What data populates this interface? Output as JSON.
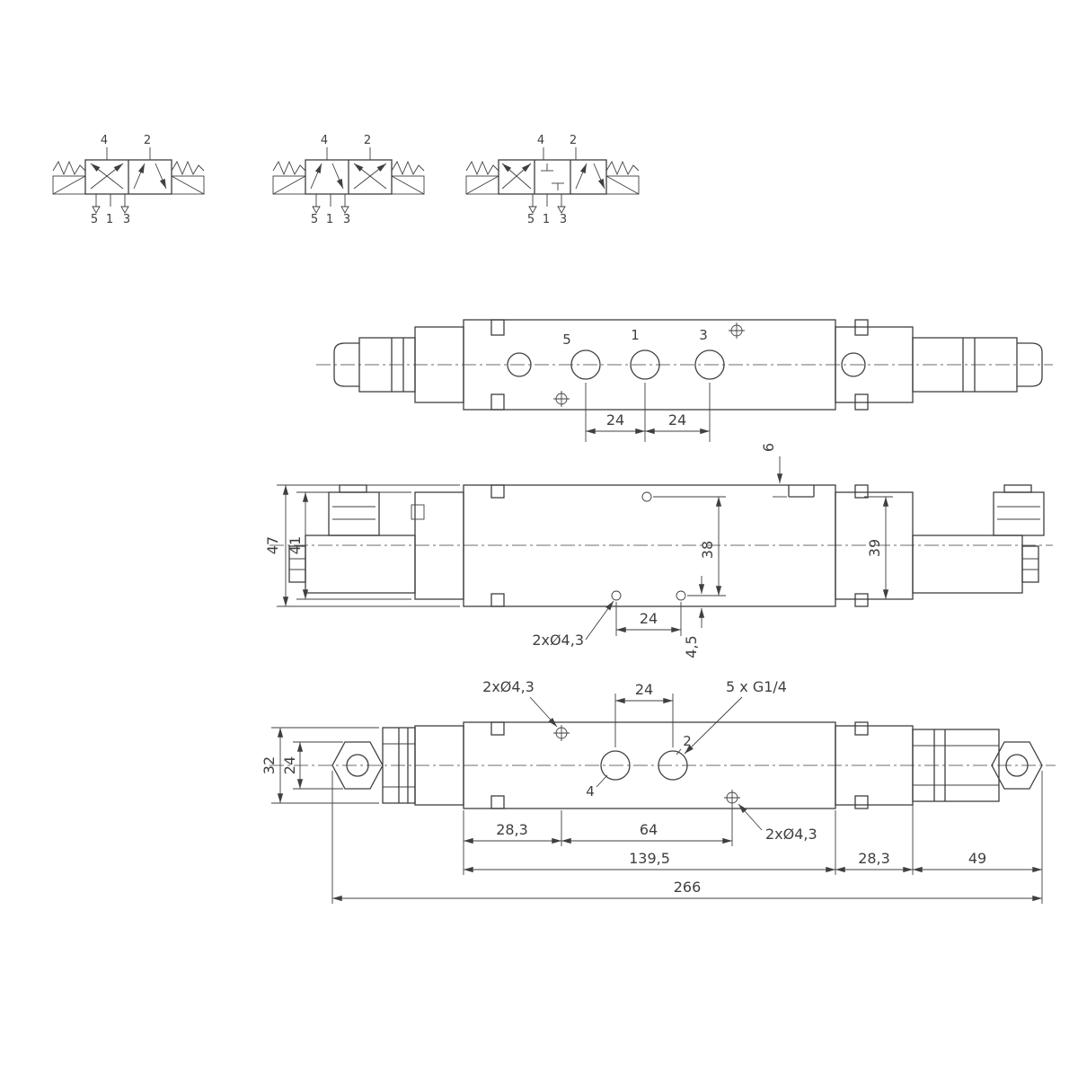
{
  "drawing": {
    "bg": "#ffffff",
    "line_color": "#3f3f3f"
  },
  "schematics": {
    "top_ports": [
      "4",
      "2"
    ],
    "bottom_ports": [
      "5",
      "1",
      "3"
    ]
  },
  "top_view": {
    "port5": "5",
    "port1": "1",
    "port3": "3",
    "dim_a": "24",
    "dim_b": "24"
  },
  "side_view": {
    "dim_height_outer": "47",
    "dim_height_inner": "41",
    "dim_step": "6",
    "dim_vert_left": "38",
    "dim_vert_right": "39",
    "hole_label": "2xØ4,3",
    "dim_holes": "24",
    "dim_edge": "4,5"
  },
  "bottom_view": {
    "hole_label_top": "2xØ4,3",
    "dim_ports": "24",
    "thread_label": "5 x G1/4",
    "port4": "4",
    "port2": "2",
    "hole_label_bottom": "2xØ4,3",
    "dim_height": "32",
    "dim_nut": "24",
    "dim_a": "28,3",
    "dim_b": "64",
    "dim_c": "139,5",
    "dim_d": "28,3",
    "dim_e": "49",
    "dim_total": "266"
  }
}
